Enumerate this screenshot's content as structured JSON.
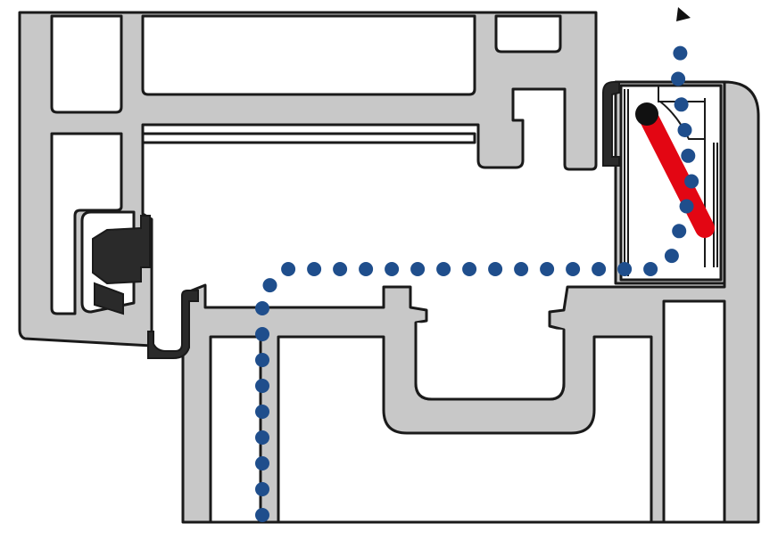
{
  "diagram": {
    "kind": "window frame cross-section with vent valve and airflow path",
    "colors": {
      "profile": "#c8c8c8",
      "outline": "#1a1a1a",
      "seal": "#2a2a2a",
      "valve_flap": "#e30613",
      "airflow": "#1f4e8c",
      "background": "#ffffff"
    },
    "airflow": {
      "style": "dotted",
      "direction": "upward-exit-top-right",
      "arrow": "triangle"
    },
    "valve": {
      "state": "open",
      "flap_color_name": "red"
    }
  }
}
